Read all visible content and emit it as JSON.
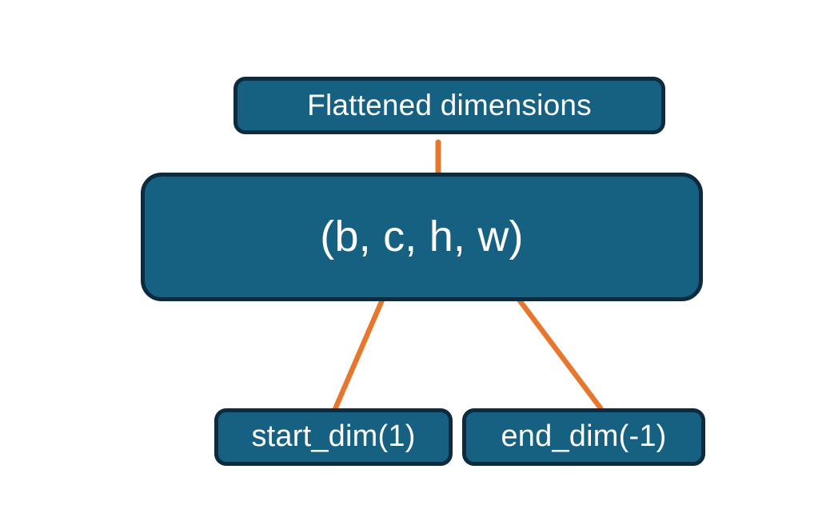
{
  "diagram": {
    "title": "Flatten dimensions diagram",
    "colors": {
      "background": "#ffffff",
      "box_fill": "#166182",
      "box_border": "#0c2b3e",
      "box_text": "#ffffff",
      "connector": "#e8772e"
    },
    "nodes": {
      "flattened": {
        "label": "Flattened dimensions",
        "role": "annotation-box"
      },
      "shape": {
        "label": "(b, c, h, w)",
        "role": "tensor-shape-box",
        "dims": [
          "b",
          "c",
          "h",
          "w"
        ]
      },
      "start_dim": {
        "label": "start_dim(1)",
        "role": "argument-box",
        "value": 1
      },
      "end_dim": {
        "label": "end_dim(-1)",
        "role": "argument-box",
        "value": -1
      }
    },
    "connectors": [
      {
        "name": "brace-over-flattened-dims",
        "type": "curly-brace",
        "from": "shape",
        "to": "flattened",
        "covers": [
          "c",
          "h",
          "w"
        ]
      },
      {
        "name": "arrow-start-dim-to-c",
        "type": "arrow",
        "from": "start_dim",
        "to": "shape",
        "points_at": "c"
      },
      {
        "name": "arrow-end-dim-to-w",
        "type": "arrow",
        "from": "end_dim",
        "to": "shape",
        "points_at": "w"
      }
    ]
  }
}
